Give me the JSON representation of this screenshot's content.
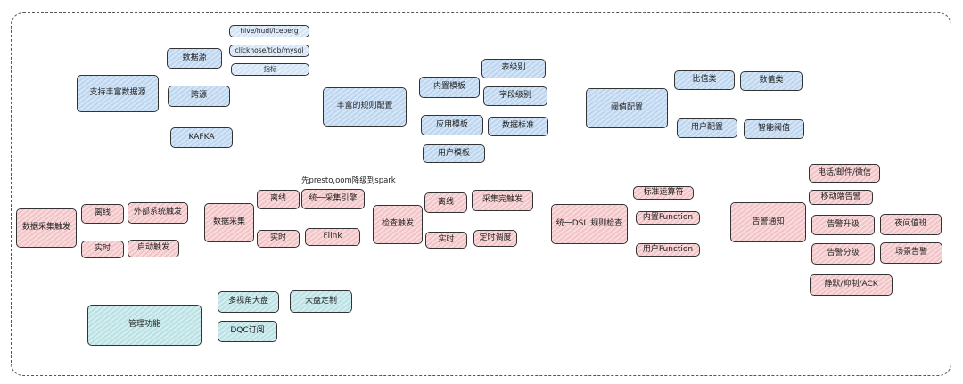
{
  "sections": {
    "datasource": {
      "root": "支持丰富数据源",
      "datasource": "数据源",
      "ds_hive": "hive/hudi/iceberg",
      "ds_ck": "clickhose/tidb/mysql",
      "ds_metric": "指标",
      "cross": "跨源",
      "kafka": "KAFKA"
    },
    "rules": {
      "root": "丰富的规则配置",
      "builtin": "内置模板",
      "table_level": "表级别",
      "field_level": "字段级别",
      "app": "应用模板",
      "data_std": "数据标准",
      "user": "用户模板"
    },
    "threshold": {
      "root": "阈值配置",
      "ratio": "比值类",
      "numeric": "数值类",
      "user_cfg": "用户配置",
      "smart": "智能阈值"
    },
    "collect_trigger": {
      "root": "数据采集触发",
      "offline": "离线",
      "external": "外部系统触发",
      "realtime": "实时",
      "startup": "启动触发"
    },
    "collect": {
      "root": "数据采集",
      "note": "先presto,oom降级到spark",
      "offline": "离线",
      "engine": "统一采集引擎",
      "realtime": "实时",
      "flink": "Flink"
    },
    "check_trigger": {
      "root": "检查触发",
      "offline": "离线",
      "after_collect": "采集完触发",
      "realtime": "实时",
      "schedule": "定时调度"
    },
    "dsl": {
      "root": "统一DSL 规则检查",
      "std_op": "标准运算符",
      "builtin_fn": "内置Function",
      "user_fn": "用户Function"
    },
    "alert": {
      "root": "告警通知",
      "phone": "电话/邮件/微信",
      "mobile": "移动端告警",
      "upgrade": "告警升级",
      "night": "夜间值班",
      "grade": "告警分级",
      "scene": "场景告警",
      "mute": "静默/抑制/ACK"
    },
    "manage": {
      "root": "管理功能",
      "multi": "多视角大盘",
      "custom": "大盘定制",
      "dqc": "DQC订阅"
    }
  }
}
